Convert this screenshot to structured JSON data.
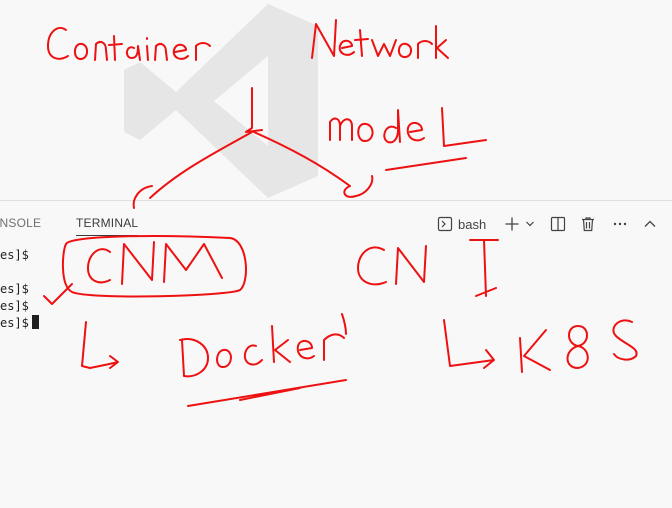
{
  "panel": {
    "tabs": [
      {
        "label": "ONSOLE"
      },
      {
        "label": "TERMINAL"
      }
    ],
    "toolbar": {
      "shell_label": "bash"
    }
  },
  "terminal": {
    "lines": [
      "es]$",
      "",
      "es]$",
      "es]$",
      "es]$"
    ]
  },
  "annotations": {
    "ink_color": "#ee1111",
    "handwritten_text": [
      "Container Network",
      "model",
      "CNM",
      "CNI",
      "Docker",
      "K8S"
    ]
  },
  "colors": {
    "background": "#f8f8f8",
    "watermark": "#e6e6e6",
    "terminal_text": "#1f1f1f"
  }
}
